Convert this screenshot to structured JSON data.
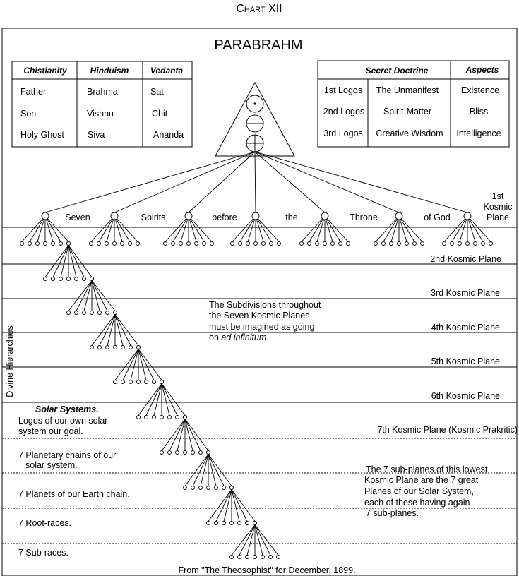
{
  "chart_title": "Chart XII",
  "main_title": "PARABRAHM",
  "left_table": {
    "headers": [
      "Chistianity",
      "Hinduism",
      "Vedanta"
    ],
    "rows": [
      [
        "Father",
        "Brahma",
        "Sat"
      ],
      [
        "Son",
        "Vishnu",
        "Chit"
      ],
      [
        "Holy Ghost",
        "Siva",
        "Ananda"
      ]
    ]
  },
  "right_table": {
    "headers": [
      "Secret Doctrine",
      "Aspects"
    ],
    "rows": [
      [
        "1st Logos",
        "The Unmanifest",
        "Existence"
      ],
      [
        "2nd Logos",
        "Spirit-Matter",
        "Bliss"
      ],
      [
        "3rd Logos",
        "Creative Wisdom",
        "Intelligence"
      ]
    ]
  },
  "seven_spirits_words": [
    "Seven",
    "Spirits",
    "before",
    "the",
    "Throne",
    "of God"
  ],
  "first_plane_label": [
    "1st",
    "Kosmic",
    "Plane"
  ],
  "plane_labels": [
    "2nd Kosmic Plane",
    "3rd Kosmic Plane",
    "4th Kosmic Plane",
    "5th Kosmic Plane",
    "6th Kosmic Plane",
    "7th Kosmic Plane (Kosmic Prakritic)"
  ],
  "subdivision_note": [
    "The Subdivisions throughout",
    "the Seven Kosmic Planes",
    "must be imagined as going",
    "on ",
    "ad infinitum",
    "."
  ],
  "side_label": "Divine Hierarchies",
  "solar_title": "Solar Systems.",
  "solar_levels": [
    [
      "Logos of our own solar",
      "system our goal."
    ],
    [
      "7 Planetary chains of our",
      "solar system."
    ],
    [
      "7 Planets of our Earth chain."
    ],
    [
      "7 Root-races."
    ],
    [
      "7 Sub-races."
    ]
  ],
  "subplanes_note": [
    "The 7 sub-planes of this lowest",
    "Kosmic Plane are the 7 great",
    "Planes of our Solar System,",
    "each of these having again",
    "7 sub-planes."
  ],
  "source": "From \"The Theosophist\" for December, 1899."
}
